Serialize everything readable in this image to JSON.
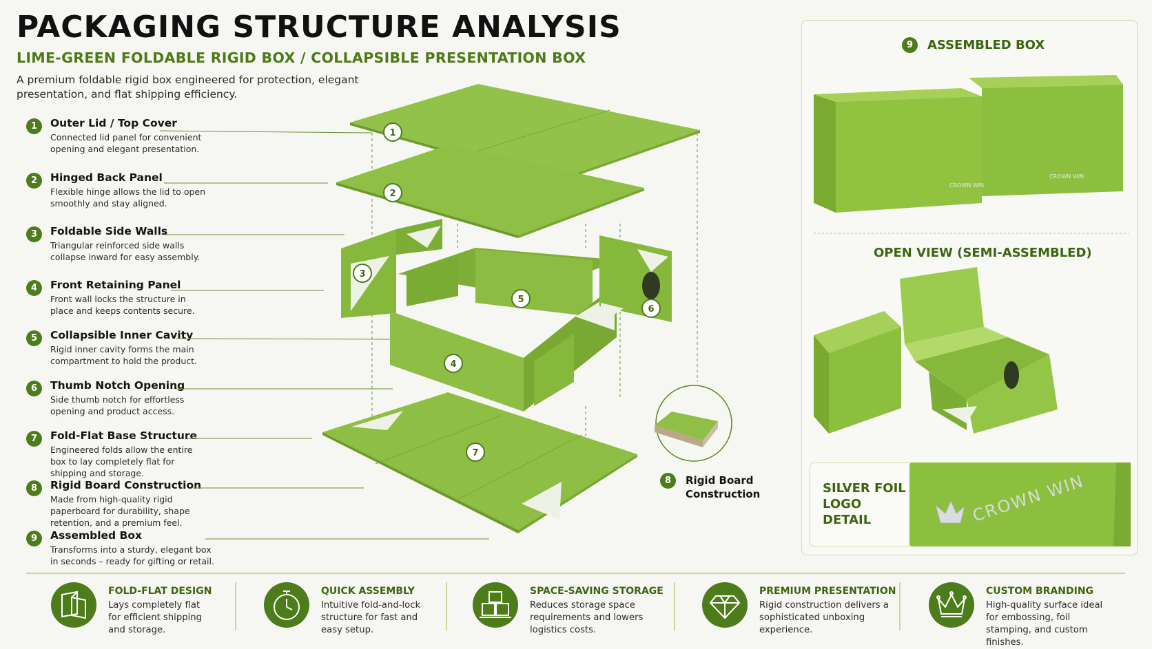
{
  "header": {
    "title": "PACKAGING STRUCTURE ANALYSIS",
    "subtitle": "LIME-GREEN FOLDABLE RIGID BOX / COLLAPSIBLE PRESENTATION BOX",
    "intro": "A premium foldable rigid box engineered for protection, elegant presentation, and flat shipping efficiency."
  },
  "features": [
    {
      "num": "1",
      "title": "Outer Lid / Top Cover",
      "desc": "Connected lid panel for convenient opening and elegant presentation."
    },
    {
      "num": "2",
      "title": "Hinged Back Panel",
      "desc": "Flexible hinge allows the lid to open smoothly and stay aligned."
    },
    {
      "num": "3",
      "title": "Foldable Side Walls",
      "desc": "Triangular reinforced side walls collapse inward for easy assembly."
    },
    {
      "num": "4",
      "title": "Front Retaining Panel",
      "desc": "Front wall locks the structure in place and keeps contents secure."
    },
    {
      "num": "5",
      "title": "Collapsible Inner Cavity",
      "desc": "Rigid inner cavity forms the main compartment to hold the product."
    },
    {
      "num": "6",
      "title": "Thumb Notch Opening",
      "desc": "Side thumb notch for effortless opening and product access."
    },
    {
      "num": "7",
      "title": "Fold-Flat Base Structure",
      "desc": "Engineered folds allow the entire box to lay completely flat for shipping and storage."
    },
    {
      "num": "8",
      "title": "Rigid Board Construction",
      "desc": "Made from high-quality rigid paperboard for durability, shape retention, and a premium feel."
    },
    {
      "num": "9",
      "title": "Assembled Box",
      "desc": "Transforms into a sturdy, elegant box in seconds – ready for gifting or retail."
    }
  ],
  "diagram": {
    "callouts": [
      "1",
      "2",
      "3",
      "4",
      "5",
      "6",
      "7"
    ],
    "rigid_board": {
      "num": "8",
      "label_line1": "Rigid Board",
      "label_line2": "Construction"
    }
  },
  "right_panel": {
    "assembled_num": "9",
    "assembled_heading": "ASSEMBLED BOX",
    "open_heading": "OPEN VIEW (SEMI-ASSEMBLED)",
    "logo_text": "CROWN WIN",
    "foil_line1": "SILVER FOIL",
    "foil_line2": "LOGO DETAIL"
  },
  "benefits": [
    {
      "icon": "fold-flat-icon",
      "title": "FOLD-FLAT DESIGN",
      "desc": "Lays completely flat for efficient shipping and storage."
    },
    {
      "icon": "stopwatch-icon",
      "title": "QUICK ASSEMBLY",
      "desc": "Intuitive fold-and-lock structure for fast and easy setup."
    },
    {
      "icon": "stacked-boxes-icon",
      "title": "SPACE-SAVING STORAGE",
      "desc": "Reduces storage space requirements and lowers logistics costs."
    },
    {
      "icon": "diamond-icon",
      "title": "PREMIUM PRESENTATION",
      "desc": "Rigid construction delivers a sophisticated unboxing experience."
    },
    {
      "icon": "crown-icon",
      "title": "CUSTOM BRANDING",
      "desc": "High-quality surface ideal for embossing, foil stamping, and custom finishes."
    }
  ],
  "colors": {
    "accent": "#4d7c1b",
    "lime": "#8dbf3e",
    "heading_green": "#4d7a17"
  }
}
